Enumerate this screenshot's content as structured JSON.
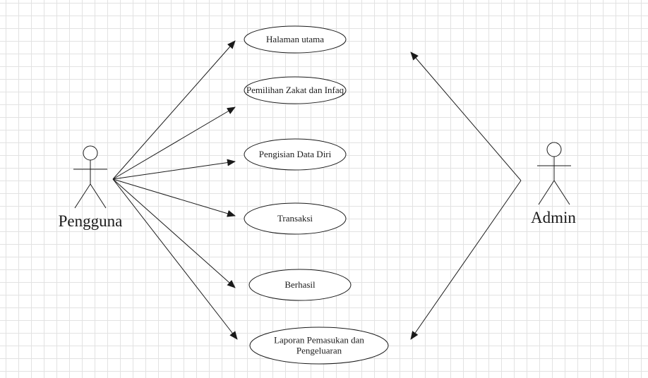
{
  "diagram": {
    "actors": [
      {
        "id": "pengguna",
        "label": "Pengguna"
      },
      {
        "id": "admin",
        "label": "Admin"
      }
    ],
    "use_cases": [
      {
        "id": "uc1",
        "lines": [
          "Halaman utama"
        ]
      },
      {
        "id": "uc2",
        "lines": [
          "Pemilihan Zakat dan Infaq"
        ]
      },
      {
        "id": "uc3",
        "lines": [
          "Pengisian Data Diri"
        ]
      },
      {
        "id": "uc4",
        "lines": [
          "Transaksi"
        ]
      },
      {
        "id": "uc5",
        "lines": [
          "Berhasil"
        ]
      },
      {
        "id": "uc6",
        "lines": [
          "Laporan Pemasukan dan",
          "Pengeluaran"
        ]
      }
    ],
    "associations": [
      {
        "from": "pengguna",
        "to": "uc1"
      },
      {
        "from": "pengguna",
        "to": "uc2"
      },
      {
        "from": "pengguna",
        "to": "uc3"
      },
      {
        "from": "pengguna",
        "to": "uc4"
      },
      {
        "from": "pengguna",
        "to": "uc5"
      },
      {
        "from": "pengguna",
        "to": "uc6"
      },
      {
        "from": "admin",
        "to": "uc1"
      },
      {
        "from": "admin",
        "to": "uc6"
      }
    ],
    "colors": {
      "line": "#1a1a1a",
      "grid": "#e2e2e2",
      "fill": "#ffffff"
    }
  }
}
